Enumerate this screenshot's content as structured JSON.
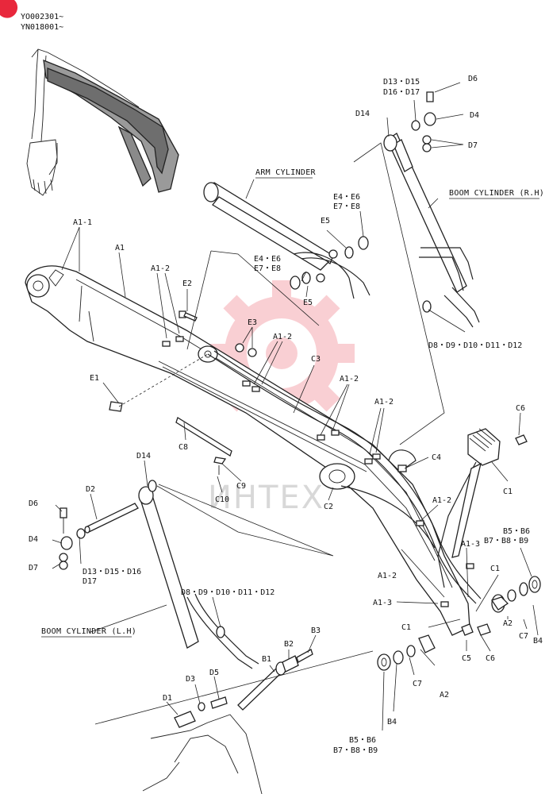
{
  "badge": {
    "color": "#e8283c"
  },
  "serials": [
    "YO002301~",
    "YN018001~"
  ],
  "watermark": {
    "text": "ИНТЕХ",
    "color": "#e8283c"
  },
  "titles": {
    "arm_cylinder": "ARM CYLINDER",
    "boom_cylinder_rh": "BOOM CYLINDER (R.H)",
    "boom_cylinder_lh": "BOOM CYLINDER (L.H)"
  },
  "labels": {
    "a1_1": "A1-1",
    "a1": "A1",
    "a1_2_a": "A1-2",
    "e2": "E2",
    "e3": "E3",
    "e1": "E1",
    "a1_2_b": "A1-2",
    "c3": "C3",
    "a1_2_c": "A1-2",
    "a1_2_d": "A1-2",
    "c8": "C8",
    "c9": "C9",
    "c10": "C10",
    "c4": "C4",
    "c2": "C2",
    "a1_2_e": "A1-2",
    "a1_2_f": "A1-2",
    "a1_3_a": "A1-3",
    "a1_3_b": "A1-3",
    "c1_a": "C1",
    "c1_b": "C1",
    "c1_c": "C1",
    "c6_a": "C6",
    "c6_b": "C6",
    "c5": "C5",
    "a2_a": "A2",
    "a2_b": "A2",
    "c7_a": "C7",
    "c7_b": "C7",
    "b4_a": "B4",
    "b4_b": "B4",
    "b1": "B1",
    "b2": "B2",
    "b3": "B3",
    "b5_b6_top": "B5・B6",
    "b7_b8_b9_top": "B7・B8・B9",
    "b5_b6_bottom": "B5・B6",
    "b7_b8_b9_bottom": "B7・B8・B9",
    "d14_left": "D14",
    "d2": "D2",
    "d6_left": "D6",
    "d4_left": "D4",
    "d7_left": "D7",
    "d13_left": "D13・D15・D16",
    "d17_left": "D17",
    "d8_left": "D8・D9・D10・D11・D12",
    "d1": "D1",
    "d3": "D3",
    "d5": "D5",
    "d13_top": "D13・D15",
    "d16_top": "D16・D17",
    "d6_top": "D6",
    "d14_top": "D14",
    "d4_top": "D4",
    "d7_top": "D7",
    "d8_top": "D8・D9・D10・D11・D12",
    "e4_top": "E4・E6",
    "e7_top": "E7・E8",
    "e5_top": "E5",
    "e4_mid": "E4・E6",
    "e7_mid": "E7・E8",
    "e5_mid": "E5"
  }
}
